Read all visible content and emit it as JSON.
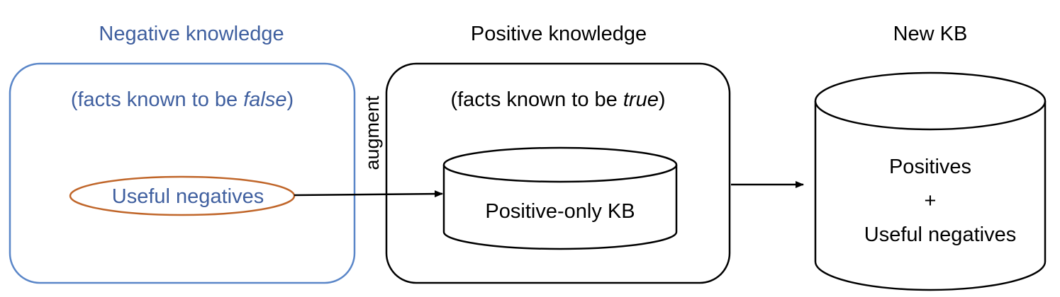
{
  "colors": {
    "negative_blue": "#3f5f9f",
    "negative_border": "#5a86c8",
    "oval_orange": "#c0662a",
    "black": "#000000",
    "background": "#ffffff"
  },
  "negative": {
    "heading": "Negative knowledge",
    "subtitle_prefix": "(facts known to be ",
    "subtitle_italic": "false",
    "subtitle_suffix": ")",
    "oval_label": "Useful negatives"
  },
  "augment_label": "augment",
  "positive": {
    "heading": "Positive knowledge",
    "subtitle_prefix": "(facts known to be ",
    "subtitle_italic": "true",
    "subtitle_suffix": ")",
    "cylinder_label": "Positive-only KB"
  },
  "new_kb": {
    "heading": "New KB",
    "line1": "Positives",
    "line2": "+",
    "line3": "Useful negatives"
  }
}
